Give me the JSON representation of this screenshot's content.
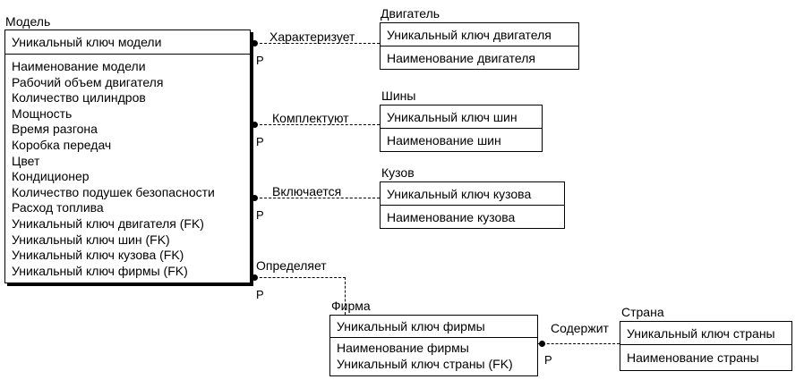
{
  "diagram": {
    "colors": {
      "line": "#000000",
      "background": "#ffffff",
      "entity_fill": "#ffffff",
      "text": "#000000"
    },
    "entities": {
      "model": {
        "title": "Модель",
        "key": "Уникальный ключ модели",
        "attributes": [
          "Наименование модели",
          "Рабочий объем двигателя",
          "Количество цилиндров",
          "Мощность",
          "Время разгона",
          "Коробка передач",
          "Цвет",
          "Кондиционер",
          "Количество подушек безопасности",
          "Расход топлива",
          "Уникальный ключ двигателя (FK)",
          "Уникальный ключ шин (FK)",
          "Уникальный ключ кузова (FK)",
          "Уникальный ключ фирмы (FK)"
        ]
      },
      "engine": {
        "title": "Двигатель",
        "key": "Уникальный ключ двигателя",
        "attributes": [
          "Наименование двигателя"
        ]
      },
      "tires": {
        "title": "Шины",
        "key": "Уникальный ключ шин",
        "attributes": [
          "Наименование шин"
        ]
      },
      "body": {
        "title": "Кузов",
        "key": "Уникальный ключ кузова",
        "attributes": [
          "Наименование кузова"
        ]
      },
      "firm": {
        "title": "Фирма",
        "key": "Уникальный ключ фирмы",
        "attributes": [
          "Наименование фирмы",
          "Уникальный ключ страны (FK)"
        ]
      },
      "country": {
        "title": "Страна",
        "key": "Уникальный ключ страны",
        "attributes": [
          "Наименование страны"
        ]
      }
    },
    "relationships": {
      "characterizes": {
        "label": "Характеризует",
        "cardinality": "P"
      },
      "equips": {
        "label": "Комплектуют",
        "cardinality": "P"
      },
      "includes": {
        "label": "Включается",
        "cardinality": "P"
      },
      "defines": {
        "label": "Определяет",
        "cardinality": "P"
      },
      "contains": {
        "label": "Содержит",
        "cardinality": "P"
      }
    }
  }
}
